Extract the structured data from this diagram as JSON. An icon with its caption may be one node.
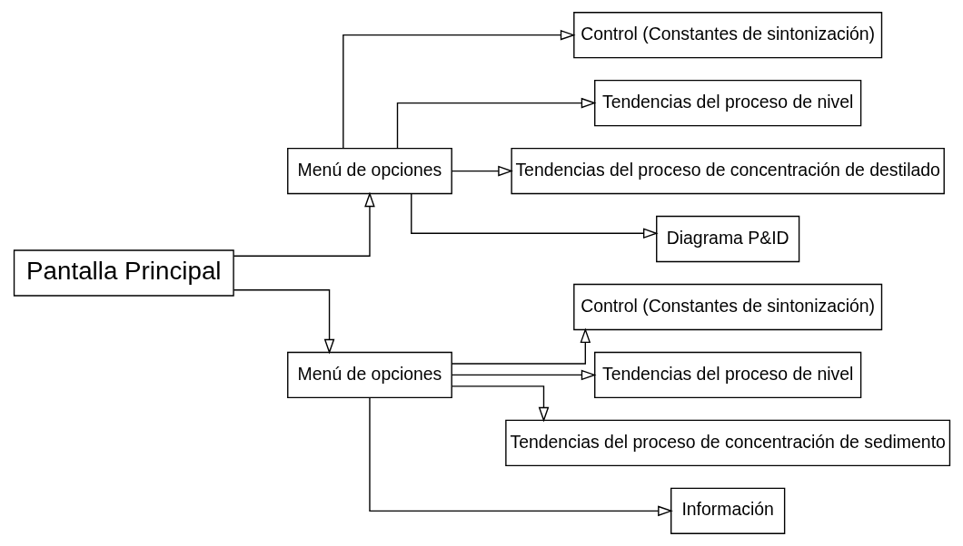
{
  "diagram": {
    "nodes": [
      {
        "text": [
          "Pantalla Principal"
        ]
      },
      {
        "text": [
          "Menú de opciones"
        ]
      },
      {
        "text": [
          "Control (Constantes de sintonización)"
        ]
      },
      {
        "text": [
          "Tendencias del proceso de nivel"
        ]
      },
      {
        "text": [
          "Tendencias del proceso de concentración de destilado"
        ]
      },
      {
        "text": [
          "Diagrama P&ID"
        ]
      },
      {
        "text": [
          "Menú de opciones"
        ]
      },
      {
        "text": [
          "Control (Constantes de sintonización)"
        ]
      },
      {
        "text": [
          "Tendencias del proceso de nivel"
        ]
      },
      {
        "text": [
          "Tendencias del proceso de concentración de sedimento"
        ]
      },
      {
        "text": [
          "Información"
        ]
      }
    ],
    "edges": [
      {
        "from": 0,
        "to": 1,
        "arrow": "to"
      },
      {
        "from": 0,
        "to": 6,
        "arrow": "to"
      },
      {
        "from": 1,
        "to": 2,
        "arrow": "to"
      },
      {
        "from": 1,
        "to": 3,
        "arrow": "to"
      },
      {
        "from": 1,
        "to": 4,
        "arrow": "to"
      },
      {
        "from": 1,
        "to": 5,
        "arrow": "to"
      },
      {
        "from": 6,
        "to": 7,
        "arrow": "to"
      },
      {
        "from": 6,
        "to": 8,
        "arrow": "to"
      },
      {
        "from": 6,
        "to": 9,
        "arrow": "to"
      },
      {
        "from": 6,
        "to": 10,
        "arrow": "to"
      }
    ]
  }
}
